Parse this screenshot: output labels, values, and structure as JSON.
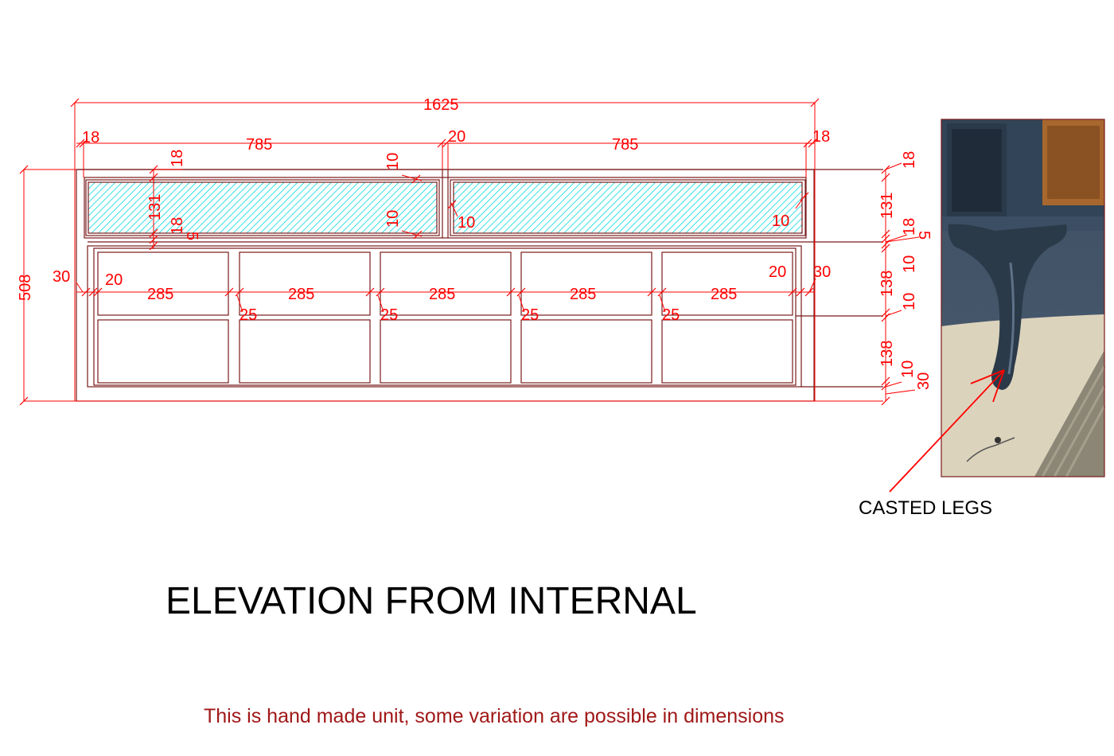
{
  "drawing": {
    "title": "ELEVATION FROM INTERNAL",
    "note": "This is hand made unit, some variation are possible in dimensions",
    "photo_caption": "CASTED LEGS",
    "colors": {
      "dimension": "#ff0000",
      "outline": "#7a1a1a",
      "glass": "#00d8e0",
      "note": "#a01818"
    }
  },
  "dims": {
    "overall_width": "1625",
    "overall_height": "508",
    "left_outer": "18",
    "center_gap": "20",
    "right_outer": "18",
    "glass_width_left": "785",
    "glass_width_right": "785",
    "top_frame_left": "18",
    "glass_height_left": "131",
    "bottom_frame_left": "18",
    "gap_left": "5",
    "inner_10_a": "10",
    "inner_10_b": "10",
    "inner_10_c": "10",
    "inner_10_d": "10",
    "side_30_left": "30",
    "side_20_left": "20",
    "side_20_right": "20",
    "side_30_right": "30",
    "panel_width": [
      "285",
      "285",
      "285",
      "285",
      "285"
    ],
    "divider": [
      "25",
      "25",
      "25",
      "25"
    ],
    "right_col": [
      "18",
      "131",
      "18",
      "5",
      "10",
      "138",
      "10",
      "138",
      "10",
      "30"
    ]
  }
}
